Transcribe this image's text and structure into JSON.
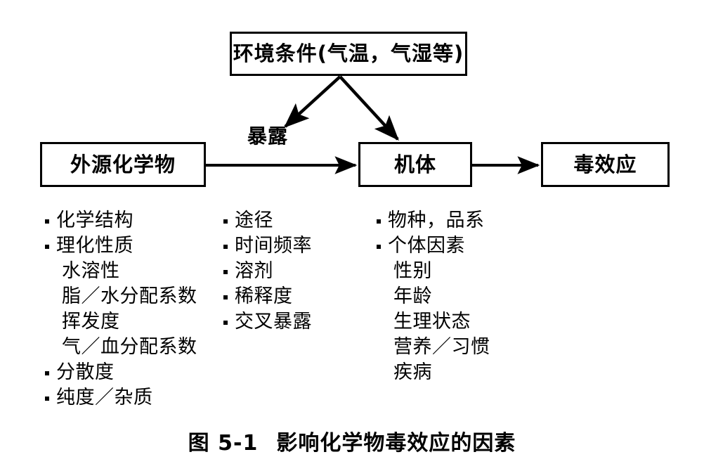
{
  "figure": {
    "caption_number": "图 5-1",
    "caption_title": "影响化学物毒效应的因素",
    "colors": {
      "ink": "#000000",
      "background": "#ffffff"
    }
  },
  "boxes": {
    "environment": "环境条件(气温，气湿等)",
    "chemical": "外源化学物",
    "organism": "机体",
    "effect": "毒效应"
  },
  "edge_labels": {
    "exposure": "暴露"
  },
  "factor_columns": [
    {
      "id": "chemical",
      "items": [
        {
          "text": "化学结构",
          "bulleted": true
        },
        {
          "text": "理化性质",
          "bulleted": true
        },
        {
          "text": "水溶性",
          "bulleted": false
        },
        {
          "text": "脂／水分配系数",
          "bulleted": false
        },
        {
          "text": "挥发度",
          "bulleted": false
        },
        {
          "text": "气／血分配系数",
          "bulleted": false
        },
        {
          "text": "分散度",
          "bulleted": true
        },
        {
          "text": "纯度／杂质",
          "bulleted": true
        }
      ]
    },
    {
      "id": "exposure",
      "items": [
        {
          "text": "途径",
          "bulleted": true
        },
        {
          "text": "时间频率",
          "bulleted": true
        },
        {
          "text": "溶剂",
          "bulleted": true
        },
        {
          "text": "稀释度",
          "bulleted": true
        },
        {
          "text": "交叉暴露",
          "bulleted": true
        }
      ]
    },
    {
      "id": "organism",
      "items": [
        {
          "text": "物种，品系",
          "bulleted": true
        },
        {
          "text": "个体因素",
          "bulleted": true
        },
        {
          "text": "性别",
          "bulleted": false
        },
        {
          "text": "年龄",
          "bulleted": false
        },
        {
          "text": "生理状态",
          "bulleted": false
        },
        {
          "text": "营养／习惯",
          "bulleted": false
        },
        {
          "text": "疾病",
          "bulleted": false
        }
      ]
    }
  ]
}
